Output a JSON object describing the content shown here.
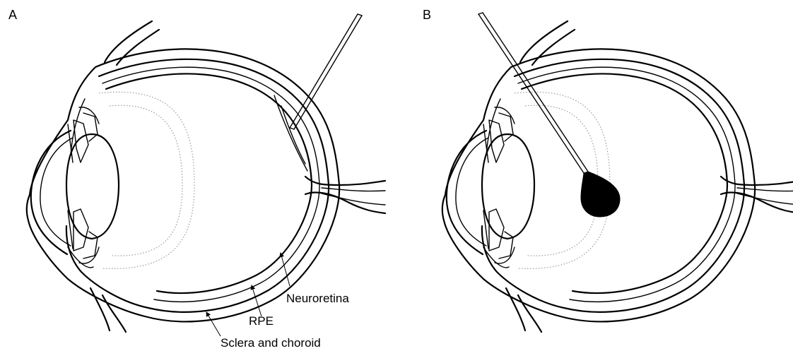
{
  "figure": {
    "panels": [
      {
        "id": "A",
        "label": "A"
      },
      {
        "id": "B",
        "label": "B"
      }
    ],
    "annotations": {
      "neuroretina": "Neuroretina",
      "rpe": "RPE",
      "sclera_choroid": "Sclera and choroid"
    }
  }
}
